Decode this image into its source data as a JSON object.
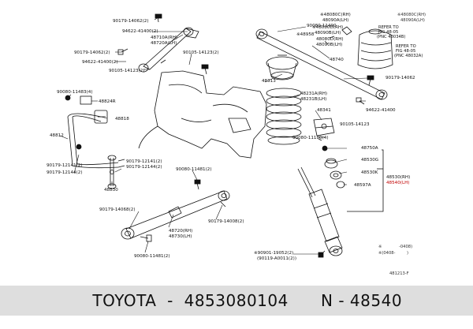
{
  "diagram": {
    "labels": [
      {
        "id": "p-90179-14062-2-a",
        "text": "90179-14062(2)"
      },
      {
        "id": "p-94622-41400-2-a",
        "text": "94622-41400(2)"
      },
      {
        "id": "p-48710-rh",
        "text": "48710A(RH)"
      },
      {
        "id": "p-48720-lh",
        "text": "48720A(LH)"
      },
      {
        "id": "p-90179-14062-2-b",
        "text": "90179-14062(2)"
      },
      {
        "id": "p-94622-41400-2-b",
        "text": "94622-41400(2)"
      },
      {
        "id": "p-90105-14123-2-a",
        "text": "90105-14123(2)"
      },
      {
        "id": "p-90105-14123-2-b",
        "text": "90105-14123(2)"
      },
      {
        "id": "p-90080-11490",
        "text": "90080-11490"
      },
      {
        "id": "p-48080c-rh",
        "text": "※48080C(RH)"
      },
      {
        "id": "p-48090a-lh",
        "text": "48090A(LH)"
      },
      {
        "id": "p-48080d-rh-a",
        "text": "※48080D(RH)"
      },
      {
        "id": "p-48090b-lh-a",
        "text": "48090B(LH)"
      },
      {
        "id": "p-48958",
        "text": "※48958"
      },
      {
        "id": "p-48080d-rh-b",
        "text": "48080D(RH)"
      },
      {
        "id": "p-48090b-lh-b",
        "text": "48090B(LH)"
      },
      {
        "id": "p-48740",
        "text": "48740"
      },
      {
        "id": "p-48313",
        "text": "48313"
      },
      {
        "id": "p-90179-14062-top-right",
        "text": "90179-14062"
      },
      {
        "id": "p-48231a-rh",
        "text": "48231A(RH)"
      },
      {
        "id": "p-48231b-lh",
        "text": "48231B(LH)"
      },
      {
        "id": "p-94622-41400",
        "text": "94622-41400"
      },
      {
        "id": "p-48341",
        "text": "48341"
      },
      {
        "id": "p-90105-14123",
        "text": "90105-14123"
      },
      {
        "id": "p-90080-11483-4",
        "text": "90080-11483(4)"
      },
      {
        "id": "p-48824r",
        "text": "48824R"
      },
      {
        "id": "p-48818",
        "text": "48818"
      },
      {
        "id": "p-48812",
        "text": "48812"
      },
      {
        "id": "p-90080-11180-4",
        "text": "90080-11180(4)"
      },
      {
        "id": "p-48750a",
        "text": "48750A"
      },
      {
        "id": "p-48530g",
        "text": "48530G"
      },
      {
        "id": "p-48530k",
        "text": "48530K"
      },
      {
        "id": "p-48530-rh",
        "text": "48530(RH)"
      },
      {
        "id": "p-48597a",
        "text": "48597A"
      },
      {
        "id": "p-90179-12141-2-a",
        "text": "90179-12141(2)"
      },
      {
        "id": "p-90179-12144-2-a",
        "text": "90179-12144(2)"
      },
      {
        "id": "p-90179-12141-2-b",
        "text": "90179-12141(2)"
      },
      {
        "id": "p-90179-12144-2-b",
        "text": "90179-12144(2)"
      },
      {
        "id": "p-48830",
        "text": "48830"
      },
      {
        "id": "p-90080-11481-2-a",
        "text": "90080-11481(2)"
      },
      {
        "id": "p-90179-14068-2",
        "text": "90179-14068(2)"
      },
      {
        "id": "p-48720-rh",
        "text": "48720(RH)"
      },
      {
        "id": "p-48730-lh",
        "text": "48730(LH)"
      },
      {
        "id": "p-90179-14008-2",
        "text": "90179-14008(2)"
      },
      {
        "id": "p-90080-11481-2-b",
        "text": "90080-11481(2)"
      },
      {
        "id": "p-90901-19052-2",
        "text": "※90901-19052(2)"
      },
      {
        "id": "p-90119-a0011-2",
        "text": "(90119-A0011(2))"
      }
    ],
    "highlight_label": "48540(LH)",
    "refer_notes": [
      {
        "id": "refer-note-1",
        "lines": [
          "REFER TO",
          "FIG 48-05",
          "(PNC 48034B)"
        ]
      },
      {
        "id": "refer-note-2",
        "lines": [
          "REFER TO",
          "FIG 48-05",
          "(PNC 48032A)"
        ]
      }
    ],
    "top_corner_notes": [
      "※48080C(RH)",
      "48090A(LH)"
    ],
    "date_notes": [
      "※",
      "-0408)",
      "※(0408-",
      ")"
    ],
    "figure_id": "481213-F"
  },
  "footer": {
    "brand": "TOYOTA",
    "part_number": "4853080104",
    "separator": "  -  ",
    "ref_prefix": "N - ",
    "ref_number": "48540"
  },
  "colors": {
    "highlight": "#c00000",
    "footer_bg": "#dedede"
  }
}
